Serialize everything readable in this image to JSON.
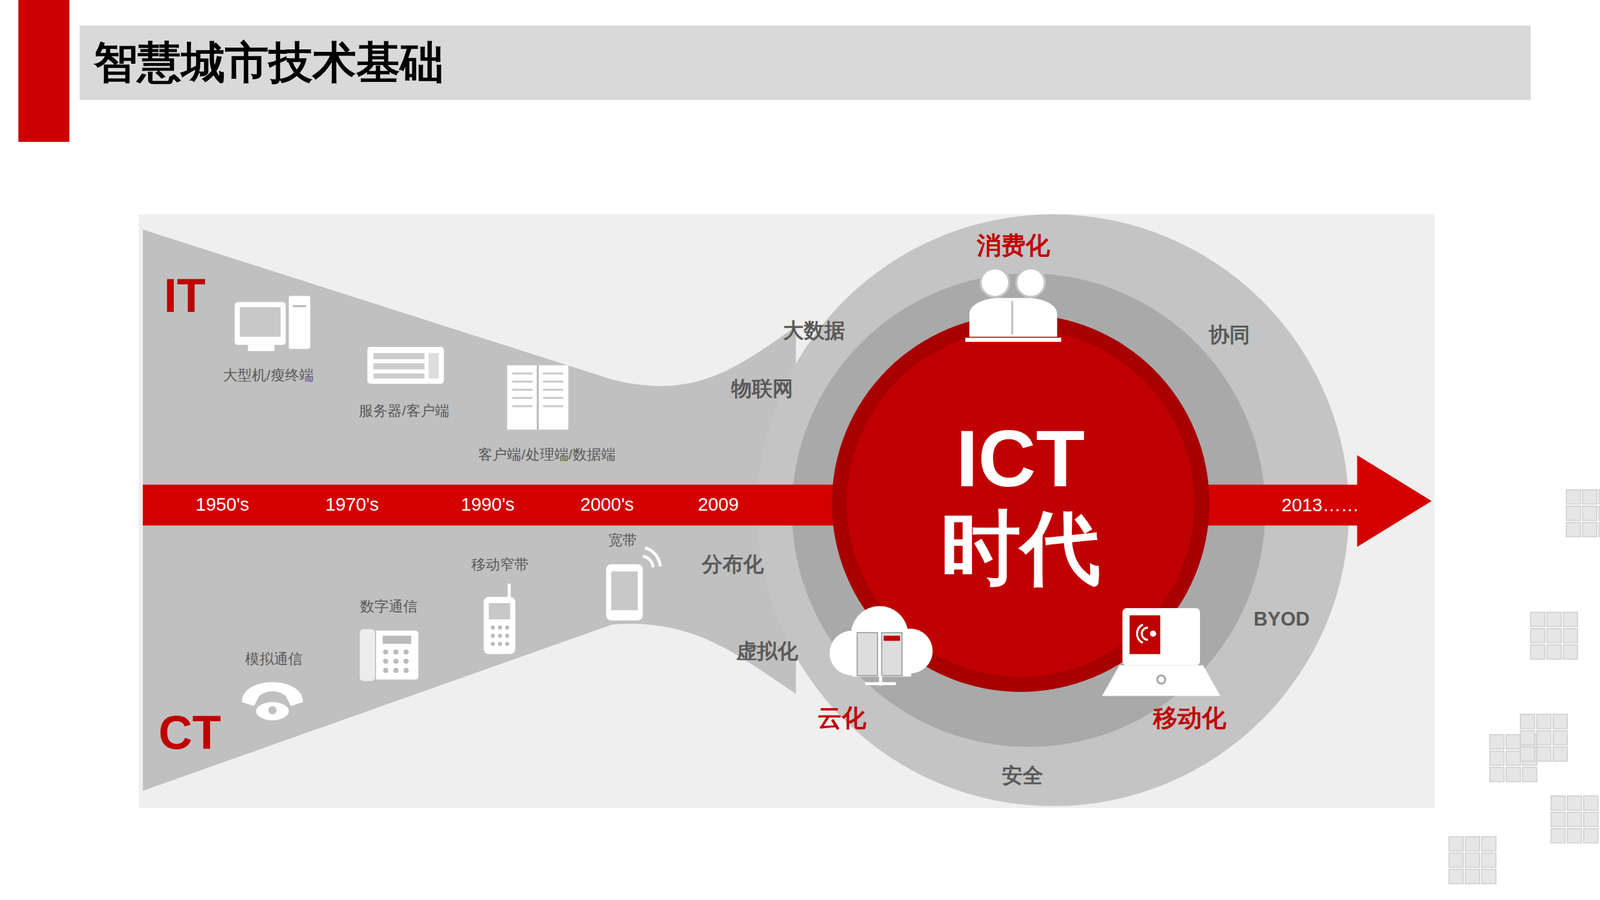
{
  "diagram": {
    "title": "智慧城市技术基础",
    "nodes": [
      {
        "text": [
          "ICT 时代"
        ]
      }
    ],
    "labels": [
      "IT",
      "大型机/瘦终端",
      "服务器/客户端",
      "客户端/处理端/数据端",
      "1950's",
      "1970's",
      "1990's",
      "2000's",
      "2009",
      "2013……",
      "宽带",
      "移动窄带",
      "数字通信",
      "模拟通信",
      "CT",
      "大数据",
      "物联网",
      "消费化",
      "协同",
      "分布化",
      "虚拟化",
      "BYOD",
      "云化",
      "移动化",
      "安全"
    ]
  }
}
